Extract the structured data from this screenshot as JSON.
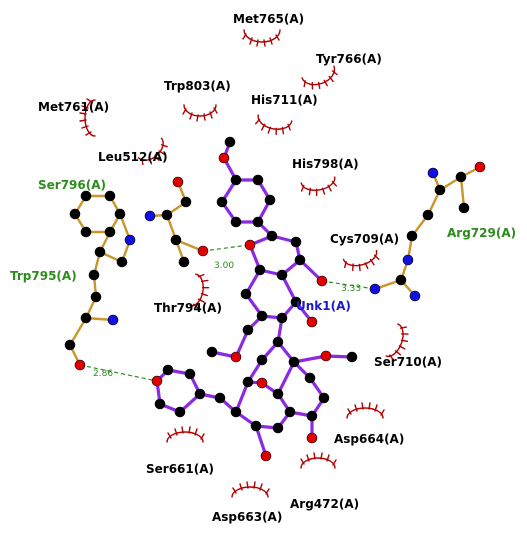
{
  "colors": {
    "ligand_bond": "#8a2be2",
    "residue_bond": "#c8962c",
    "hbond": "#2e8b1f",
    "hydrophobic": "#b00000",
    "carbon": "#000000",
    "oxygen": "#e00000",
    "nitrogen": "#1010e0"
  },
  "residues": {
    "met765": "Met765(A)",
    "tyr766": "Tyr766(A)",
    "trp803": "Trp803(A)",
    "his711": "His711(A)",
    "met761": "Met761(A)",
    "leu512": "Leu512(A)",
    "his798": "His798(A)",
    "ser796": "Ser796(A)",
    "cys709": "Cys709(A)",
    "arg729": "Arg729(A)",
    "trp795": "Trp795(A)",
    "thr794": "Thr794(A)",
    "unk1": "Unk1(A)",
    "ser710": "Ser710(A)",
    "asp664": "Asp664(A)",
    "ser661": "Ser661(A)",
    "arg472": "Arg472(A)",
    "asp663": "Asp663(A)"
  },
  "distances": {
    "d1": "3.00",
    "d2": "3.33",
    "d3": "2.86"
  }
}
